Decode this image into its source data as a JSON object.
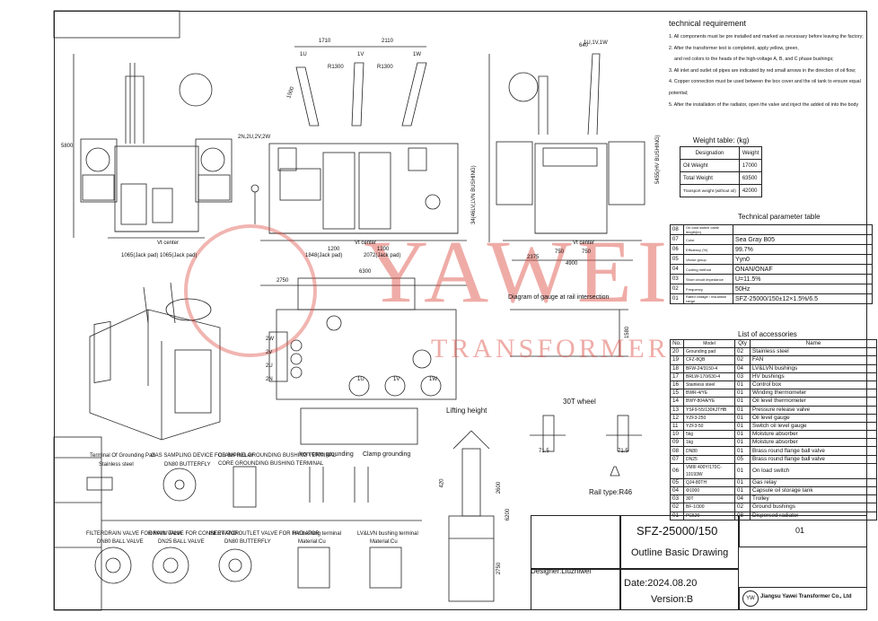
{
  "requirements": {
    "heading": "technical requirement",
    "items": [
      "1. All components must be pre installed and marked as necessary before leaving the factory;",
      "2. After the transformer test is completed, apply yellow, green,",
      "and red colors to the heads of the high-voltage A, B, and C phase bushings;",
      "3. All inlet and outlet oil pipes are indicated by red small arrows in the direction of oil flow;",
      "4. Copper connection must be used between the box cover and the oil tank to ensure equal potential;",
      "5. After the installation of the radiator, open the valve and inject the added oil into the body"
    ]
  },
  "weight_table": {
    "caption": "Weight table: (kg)",
    "headers": [
      "Designation",
      "Weight"
    ],
    "rows": [
      [
        "Oil Weight",
        "17000"
      ],
      [
        "Total Weight",
        "63500"
      ],
      [
        "Transport weight (without oil)",
        "42000"
      ]
    ]
  },
  "parameter_table": {
    "caption": "Technical parameter table",
    "rows": [
      [
        "08",
        "On load switch cable length(m)",
        ""
      ],
      [
        "07",
        "Color",
        "Sea Gray B05"
      ],
      [
        "06",
        "Efficiency (%)",
        "99.7%"
      ],
      [
        "05",
        "Vector group",
        "Yyn0"
      ],
      [
        "04",
        "Cooling method",
        "ONAN/ONAF"
      ],
      [
        "03",
        "Short circuit impedance",
        "U=11.5%"
      ],
      [
        "02",
        "Frequency",
        "50Hz"
      ],
      [
        "01",
        "Rated voltage / Insulation range",
        "SFZ-25000/150±12×1.5%/6.5"
      ]
    ]
  },
  "accessories": {
    "caption": "List of accessories",
    "headers": [
      "No.",
      "Model",
      "Qty",
      "Name"
    ],
    "rows": [
      [
        "20",
        "Grounding pad",
        "02",
        "Stainless steel"
      ],
      [
        "19",
        "CFZ-8QB",
        "02",
        "FAN"
      ],
      [
        "18",
        "BFW-24/3150-4",
        "04",
        "LV&LVN  bushings"
      ],
      [
        "17",
        "BRLW-170/630-4",
        "03",
        "HV bushings"
      ],
      [
        "16",
        "Stainless steel",
        "01",
        "Control box"
      ],
      [
        "15",
        "BWR-4/YE",
        "01",
        "Winding thermometer"
      ],
      [
        "14",
        "BWY-804A/YE",
        "01",
        "Oil level thermometer"
      ],
      [
        "13",
        "YSF9-55/130KJTHB",
        "01",
        "Pressure release valve"
      ],
      [
        "12",
        "YZF3-250",
        "01",
        "Oil level gauge"
      ],
      [
        "11",
        "YZF3-50",
        "01",
        "Switch oil level gauge"
      ],
      [
        "10",
        "5kg",
        "01",
        "Moisture absorber"
      ],
      [
        "09",
        "1kg",
        "01",
        "Moisture absorber"
      ],
      [
        "08",
        "DN80",
        "01",
        "Brass round flange ball valve"
      ],
      [
        "07",
        "DN25",
        "05",
        "Brass round flange ball valve"
      ],
      [
        "06",
        "VMIII 400Y/170C-10193W",
        "01",
        "On load switch"
      ],
      [
        "05",
        "QJ4-80TH",
        "01",
        "Gas relay"
      ],
      [
        "04",
        "Φ1000",
        "01",
        "Capsule oil storage tank"
      ],
      [
        "03",
        "30T",
        "04",
        "Trolley"
      ],
      [
        "02",
        "BF-1/300",
        "02",
        "Ground bushings"
      ],
      [
        "01",
        "PC520",
        "08",
        "Dispersed radiator"
      ]
    ]
  },
  "title_block": {
    "model": "SFZ-25000/150",
    "drawing_name": "Outline Basic Drawing",
    "designer": "Designer:Liuzhiwei",
    "date": "Date:2024.08.20",
    "version": "Version:B",
    "sheet_mark": "01",
    "company": "Jiangsu Yawei Transformer Co., Ltd",
    "logo_text": "YW"
  },
  "watermark": {
    "text": "YAWEI",
    "sub": "TRANSFORMER"
  },
  "labels": {
    "gauge_diagram": "Diagram of gauge at rail intersection",
    "wheel": "30T wheel",
    "rail": "Rail type:R46",
    "lifting": "Lifting height",
    "hv_bushings": "1U,1V,1W",
    "lv_bushings": "2N,2U,2V,2W",
    "side_label": "34(46LV,LVN BUSHING)",
    "side_label2": "5455(HV BUSHING)",
    "vt_center": "Vt center",
    "vt_center2": "Vt center",
    "vt_center3": "Vt center",
    "jack1": "1065(Jack pad)",
    "jack2": "1065(Jack pad)",
    "jack3": "1848(Jack pad)",
    "jack4": "2072(Jack pad)",
    "dims": {
      "d1710": "1710",
      "d2110": "2110",
      "d1300a": "R1300",
      "d1300b": "R1300",
      "d5800": "5800",
      "d1200a": "1200",
      "d1200b": "1200",
      "d6300": "6300",
      "d2750": "2750",
      "d4900": "4900",
      "d2375": "2375",
      "d750a": "750",
      "d750b": "750",
      "d640": "640",
      "d1500": "1500",
      "d2600": "2600",
      "d6200": "6200",
      "d2750b": "2750",
      "d420": "420",
      "d1580": "1580"
    },
    "phase_1u": "1U",
    "phase_1v": "1V",
    "phase_1w": "1W",
    "phase_2w": "2W",
    "phase_2v": "2V",
    "phase_2u": "2U",
    "phase_2n": "2N",
    "top_1u": "1U",
    "top_1v": "1V",
    "top_1w": "1W",
    "wheel_dims": {
      "a": "71.5",
      "b": "71.5"
    },
    "details": [
      {
        "title": "Terminal Of Grounding Pad",
        "sub": "Stainless steel"
      },
      {
        "title": "GAS SAMPLING DEVICE FOR BH-RELAY",
        "sub": "DN80 BUTTERFLY"
      },
      {
        "title": "CLAMPING GROUNDING BUSHING TERMINAL",
        "sub": "CORE GROUNDING BUSHING TERMINAL"
      },
      {
        "title": "Iron core grounding",
        "sub": ""
      },
      {
        "title": "Clamp grounding",
        "sub": ""
      },
      {
        "title": "FILTERDRAIN VALVE FOR MAIN TANK",
        "sub": "DN80 BALL VALVE"
      },
      {
        "title": "DRAIN VALVE FOR CONSERVATOR",
        "sub": "DN25 BALL VALVE"
      },
      {
        "title": "INLET AND OUTLET VALVE FOR RADIATOR",
        "sub": "DN80 BUTTERFLY"
      },
      {
        "title": "HV bushing terminal",
        "sub": "Material:Cu"
      },
      {
        "title": "LV&LVN bushing terminal",
        "sub": "Material:Cu"
      }
    ]
  },
  "colors": {
    "line": "#222222",
    "watermark": "#dc463c"
  }
}
